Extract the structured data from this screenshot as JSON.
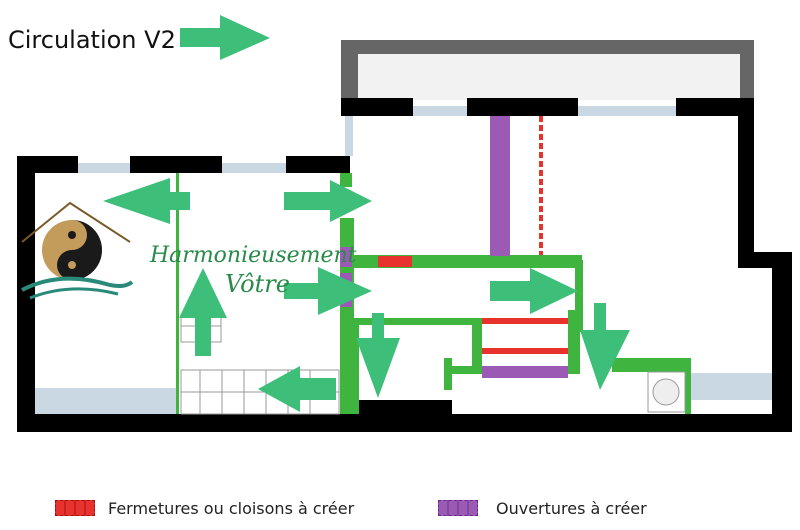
{
  "title": "Circulation V2",
  "logo": {
    "line1": "Harmonieusement",
    "line2": "Vôtre"
  },
  "legend": [
    {
      "label": "Fermetures ou cloisons à créer",
      "color": "#e8322e"
    },
    {
      "label": "Ouvertures à créer",
      "color": "#9b5bb4"
    }
  ],
  "colors": {
    "wall": "#000000",
    "roof_grey": "#666666",
    "partition_green": "#3fb53f",
    "arrow_green": "#3dbf7a",
    "window": "#c9d8e2"
  },
  "icons": [
    "arrow-right-icon",
    "yin-yang-house-logo"
  ]
}
